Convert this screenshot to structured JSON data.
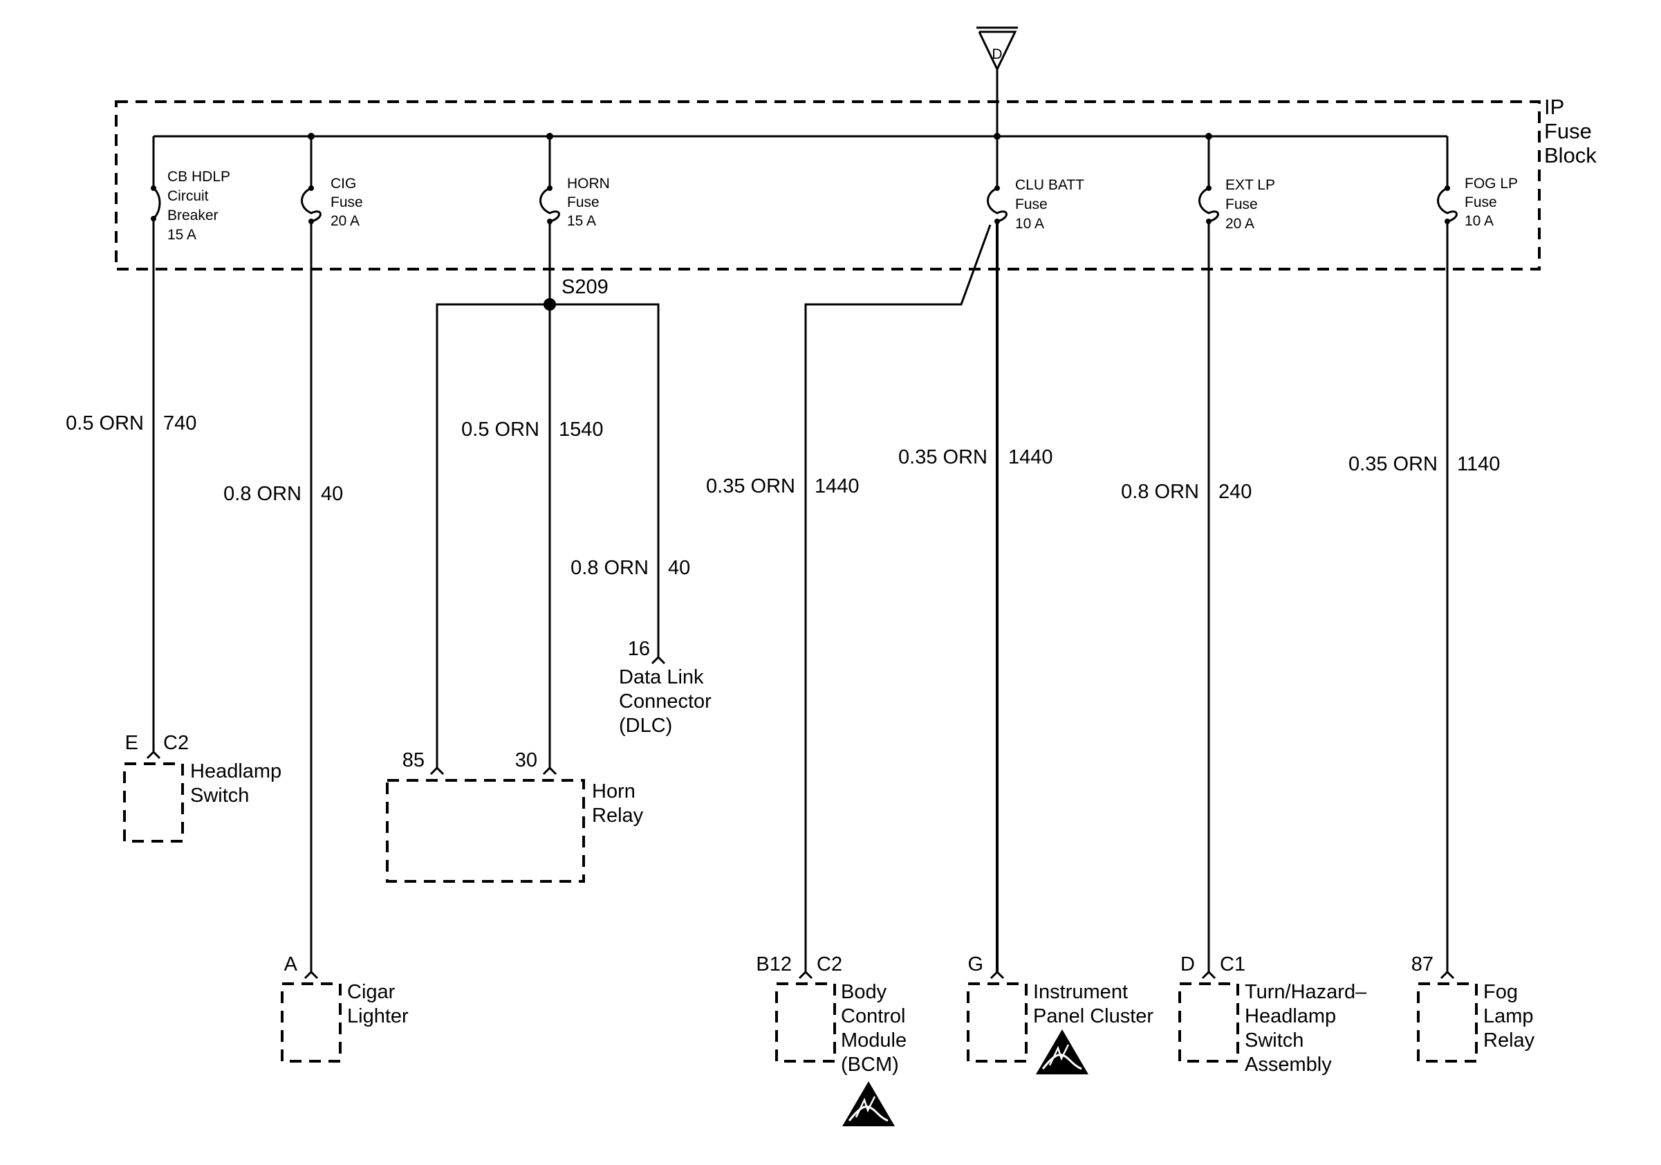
{
  "source": {
    "letter": "D"
  },
  "fuse_block": {
    "label_lines": [
      "IP",
      "Fuse",
      "Block"
    ]
  },
  "fuses": [
    {
      "lines": [
        "CB HDLP",
        "Circuit",
        "Breaker",
        "15 A"
      ]
    },
    {
      "lines": [
        "CIG",
        "Fuse",
        "20 A"
      ]
    },
    {
      "lines": [
        "HORN",
        "Fuse",
        "15 A"
      ]
    },
    {
      "lines": [
        "CLU BATT",
        "Fuse",
        "10 A"
      ]
    },
    {
      "lines": [
        "EXT LP",
        "Fuse",
        "20 A"
      ]
    },
    {
      "lines": [
        "FOG LP",
        "Fuse",
        "10 A"
      ]
    }
  ],
  "splice": {
    "label": "S209"
  },
  "wires": [
    {
      "size_color": "0.5 ORN",
      "circuit": "740"
    },
    {
      "size_color": "0.8 ORN",
      "circuit": "40"
    },
    {
      "size_color": "0.5 ORN",
      "circuit": "1540"
    },
    {
      "size_color": "0.8 ORN",
      "circuit": "40"
    },
    {
      "size_color": "0.35 ORN",
      "circuit": "1440"
    },
    {
      "size_color": "0.35 ORN",
      "circuit": "1440"
    },
    {
      "size_color": "0.8 ORN",
      "circuit": "240"
    },
    {
      "size_color": "0.35 ORN",
      "circuit": "1140"
    }
  ],
  "components": {
    "headlamp_switch": {
      "pin": "E",
      "connector": "C2",
      "lines": [
        "Headlamp",
        "Switch"
      ]
    },
    "cigar_lighter": {
      "pin": "A",
      "lines": [
        "Cigar",
        "Lighter"
      ]
    },
    "horn_relay": {
      "pin_left": "85",
      "pin_right": "30",
      "lines": [
        "Horn",
        "Relay"
      ]
    },
    "dlc": {
      "pin": "16",
      "lines": [
        "Data Link",
        "Connector",
        "(DLC)"
      ]
    },
    "bcm": {
      "pin": "B12",
      "connector": "C2",
      "lines": [
        "Body",
        "Control",
        "Module",
        "(BCM)"
      ]
    },
    "ipc": {
      "pin": "G",
      "lines": [
        "Instrument",
        "Panel Cluster"
      ]
    },
    "turn_hazard": {
      "pin": "D",
      "connector": "C1",
      "lines": [
        "Turn/Hazard–",
        "Headlamp",
        "Switch",
        "Assembly"
      ]
    },
    "fog_relay": {
      "pin": "87",
      "lines": [
        "Fog",
        "Lamp",
        "Relay"
      ]
    }
  },
  "icons": {
    "esd": "esd-warning-icon"
  }
}
